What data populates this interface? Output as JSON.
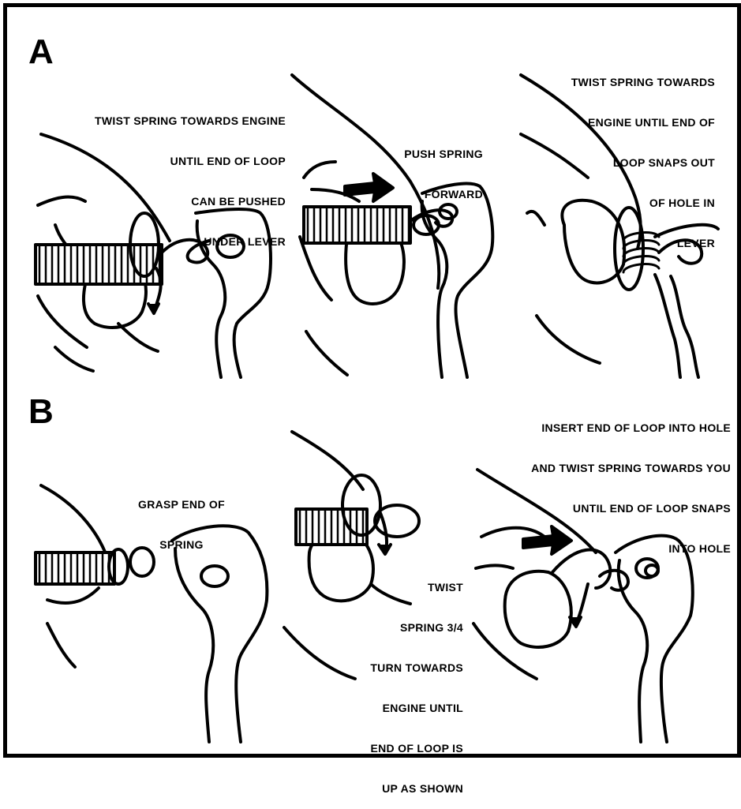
{
  "panels": {
    "a": {
      "letter": "A",
      "step1": [
        "TWIST SPRING TOWARDS ENGINE",
        "UNTIL END OF LOOP",
        "CAN BE PUSHED",
        "UNDER LEVER"
      ],
      "step2": [
        "PUSH SPRING",
        "FORWARD"
      ],
      "step3": [
        "TWIST SPRING TOWARDS",
        "ENGINE UNTIL END OF",
        "LOOP SNAPS OUT",
        "OF HOLE IN",
        "LEVER"
      ]
    },
    "b": {
      "letter": "B",
      "step1": [
        "GRASP END OF",
        "SPRING"
      ],
      "step2": [
        "TWIST",
        "SPRING 3/4",
        "TURN TOWARDS",
        "ENGINE UNTIL",
        "END OF LOOP IS",
        "UP AS SHOWN"
      ],
      "step3": [
        "INSERT END OF LOOP INTO HOLE",
        "AND TWIST SPRING TOWARDS YOU",
        "UNTIL END OF LOOP SNAPS",
        "INTO HOLE"
      ]
    }
  }
}
